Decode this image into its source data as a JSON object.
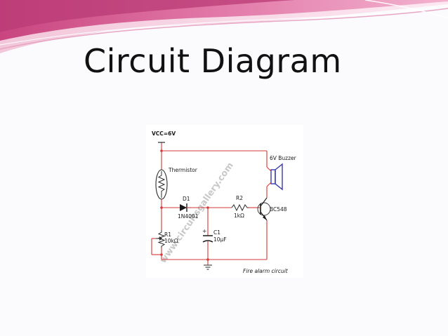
{
  "slide": {
    "title": "Circuit Diagram"
  },
  "colors": {
    "wire": "#d33a3a",
    "component": "#2b2b2b",
    "accent": "#e48bb5",
    "buzzer": "#3a3aa8"
  },
  "circuit": {
    "supply": "VCC=6V",
    "thermistor": "Thermistor",
    "buzzer": "6V Buzzer",
    "d1_name": "D1",
    "d1_part": "1N4001",
    "r2_name": "R2",
    "r2_value": "1kΩ",
    "transistor": "BC548",
    "r1_name": "R1",
    "r1_value": "10kΩ",
    "c1_name": "C1",
    "c1_value": "10μF",
    "c1_polarity": "+",
    "caption": "Fire alarm circuit",
    "watermark": "www.circuitsgallery.com"
  }
}
